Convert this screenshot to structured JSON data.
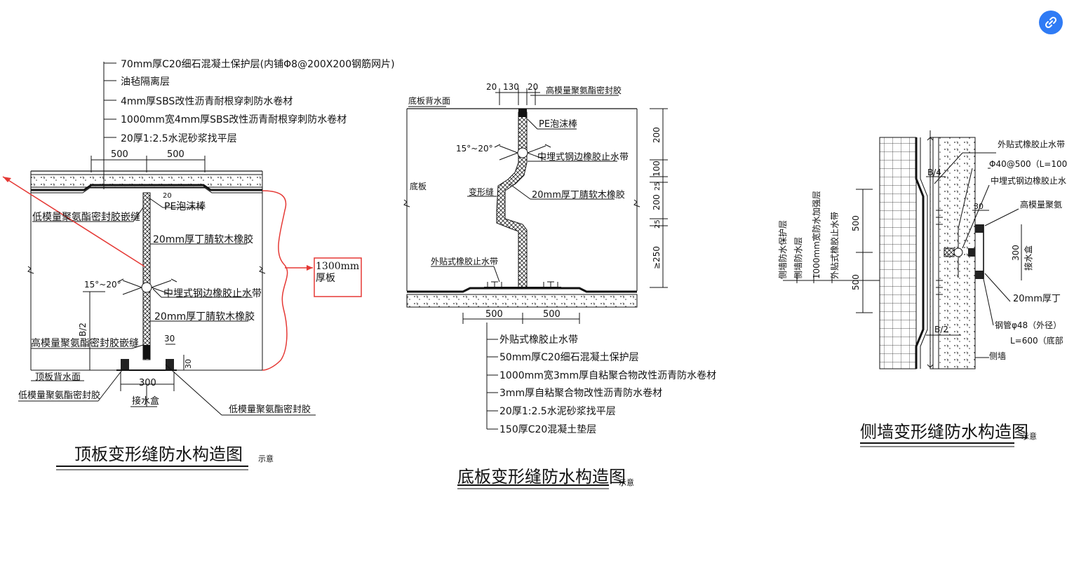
{
  "colors": {
    "line": "#111111",
    "annotation": "#e53935",
    "fab": "#2f7bf5"
  },
  "fab": {
    "icon": "link-icon"
  },
  "d1": {
    "title": "顶板变形缝防水构造图",
    "note": "示意",
    "layers": [
      "70mm厚C20细石混凝土保护层(内铺Φ8@200X200钢筋网片)",
      "油毡隔离层",
      "4mm厚SBS改性沥青耐根穿刺防水卷材",
      "1000mm宽4mm厚SBS改性沥青耐根穿刺防水卷材",
      "20厚1:2.5水泥砂浆找平层"
    ],
    "dim_500_left": "500",
    "dim_500_right": "500",
    "dim_20": "20",
    "pe_rod": "PE泡沫棒",
    "low_mod_seal": "低模量聚氨酯密封胶嵌缝",
    "rubber1": "20mm厚丁腈软木橡胶",
    "angle": "15°~20°",
    "waterstop": "中埋式钢边橡胶止水带",
    "rubber2": "20mm厚丁腈软木橡胶",
    "b2": "B/2",
    "high_mod_seal": "高模量聚氨酯密封胶嵌缝",
    "dim_30": "30",
    "dim_30v": "30",
    "bottom_face": "顶板背水面",
    "low_mod_glue": "低模量聚氨酯密封胶",
    "dim_300": "300",
    "drip_box": "接水盒",
    "low_mod_glue2": "低模量聚氨酯密封胶",
    "annotation": [
      "1300mm",
      "厚板"
    ]
  },
  "d2": {
    "title": "底板变形缝防水构造图",
    "note": "示意",
    "dim_top": [
      "20",
      "130",
      "20"
    ],
    "high_mod_seal": "高模量聚氨酯密封胶",
    "back_face": "底板背水面",
    "pe_rod": "PE泡沫棒",
    "angle": "15°~20°",
    "waterstop": "中埋式钢边橡胶止水带",
    "slab": "底板",
    "joint": "变形缝",
    "rubber": "20mm厚丁腈软木橡胶",
    "ext_waterstop": "外贴式橡胶止水带",
    "dims_right": [
      "200",
      "100",
      "25",
      "200",
      "25",
      "≥250"
    ],
    "dim_500_left": "500",
    "dim_500_right": "500",
    "layers": [
      "外贴式橡胶止水带",
      "50mm厚C20细石混凝土保护层",
      "1000mm宽3mm厚自粘聚合物改性沥青防水卷材",
      "3mm厚自粘聚合物改性沥青防水卷材",
      "20厚1:2.5水泥砂浆找平层",
      "150厚C20混凝土垫层"
    ]
  },
  "d3": {
    "title": "侧墙变形缝防水构造图",
    "note": "示意",
    "left_labels": [
      "侧墙防水保护层",
      "侧墙防水层",
      "1000mm宽防水加强层",
      "外贴式橡胶止水带"
    ],
    "b4": "B/4",
    "b2": "B/2",
    "dim_500a": "500",
    "dim_500b": "500",
    "dim_30": "30",
    "dim_300": "300",
    "drip_box": "接水盒",
    "right_labels": [
      "外贴式橡胶止水带",
      "Φ40@500（L=100",
      "中埋式钢边橡胶止水",
      "高模量聚氨",
      "20mm厚丁",
      "钢管φ48（外径）",
      "L=600（底部",
      "侧墙"
    ]
  }
}
